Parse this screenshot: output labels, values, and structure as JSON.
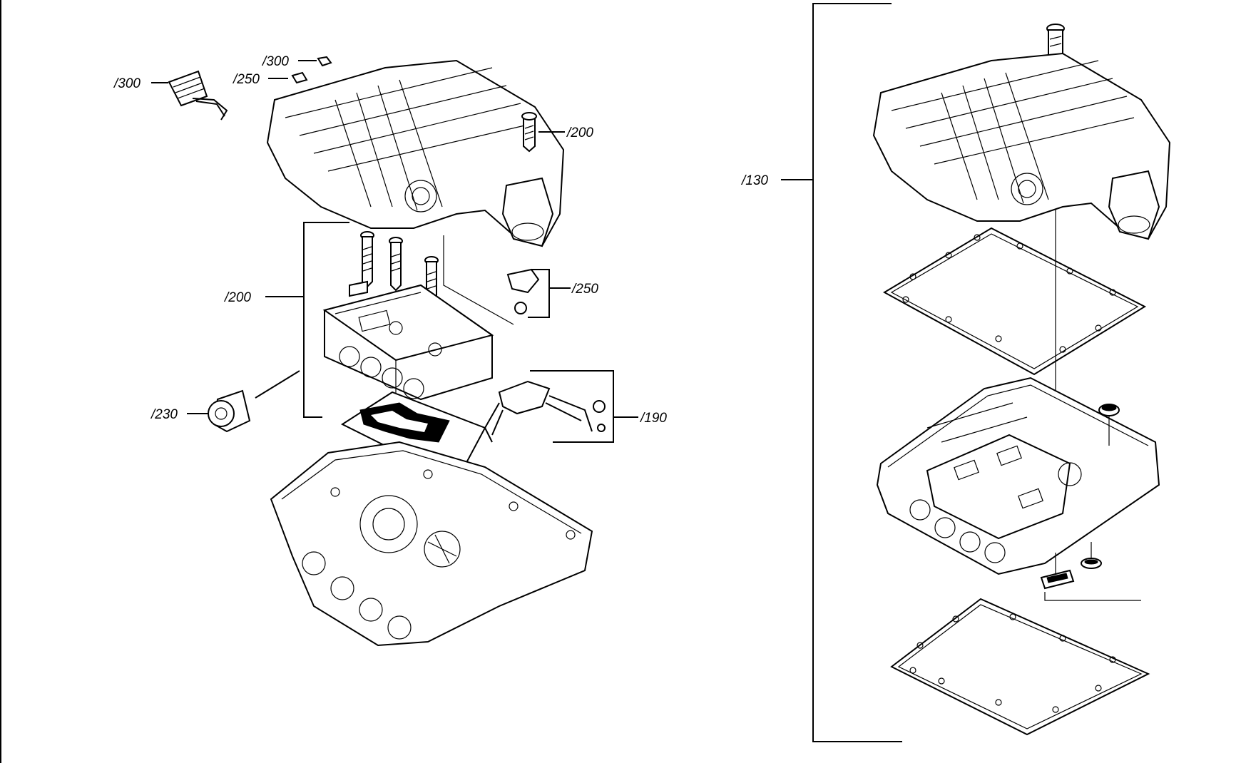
{
  "diagram": {
    "left_callouts": {
      "c300a": "/300",
      "c300b": "/300",
      "c250a": "/250",
      "c200a": "/200",
      "c200b": "/200",
      "c250b": "/250",
      "c230": "/230",
      "c190": "/190"
    },
    "right_callouts": {
      "c130": "/130"
    }
  }
}
